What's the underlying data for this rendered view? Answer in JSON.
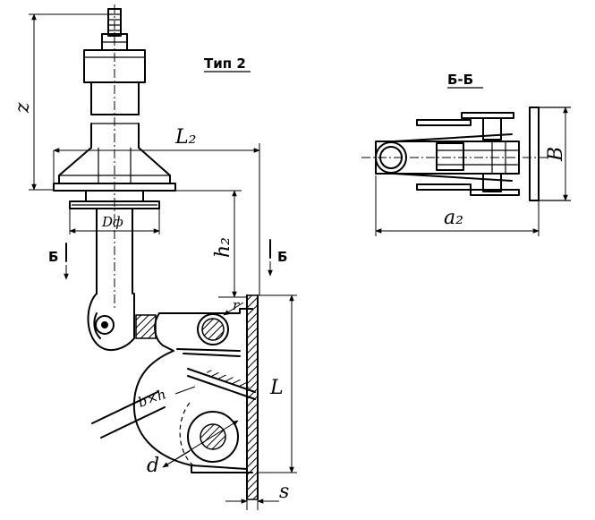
{
  "titles": {
    "view_main": "Тип 2",
    "view_section": "Б-Б"
  },
  "labels": {
    "z": "z",
    "L2": "L₂",
    "Dф": "Dф",
    "h2": "h₂",
    "b_x_h": "b×h",
    "d": "d",
    "r": "r",
    "L": "L",
    "s": "s",
    "a2": "a₂",
    "B": "B",
    "section_mark_left": "Б",
    "section_mark_right": "Б"
  },
  "colors": {
    "ink": "#000000",
    "paper": "#ffffff"
  }
}
